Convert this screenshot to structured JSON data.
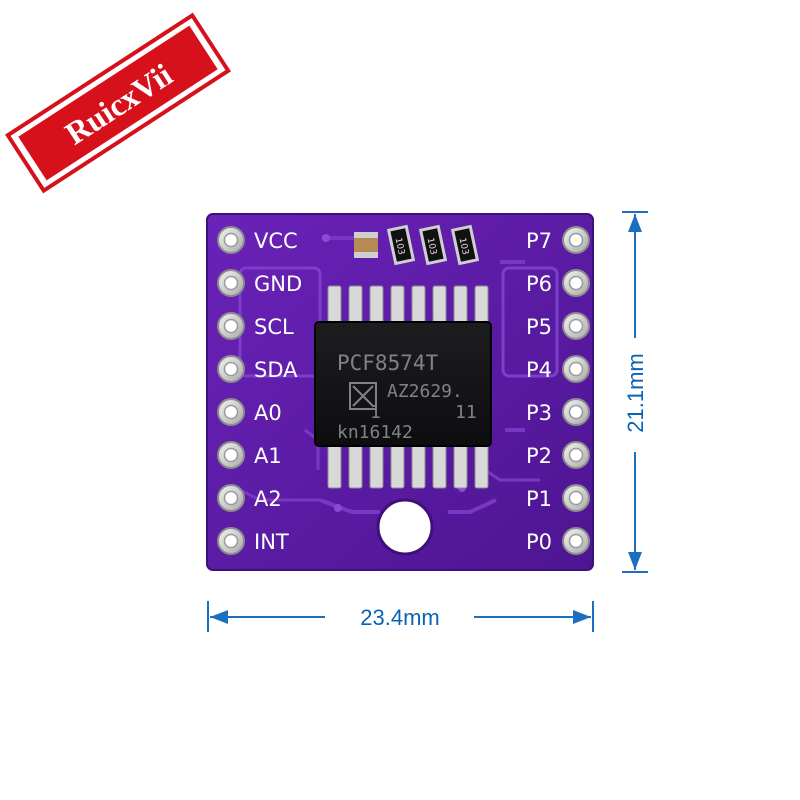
{
  "brand": {
    "text": "RuicxVii",
    "color": "#d6111c"
  },
  "board": {
    "pcb_color": "#5b1aa6",
    "left_pins": [
      "VCC",
      "GND",
      "SCL",
      "SDA",
      "A0",
      "A1",
      "A2",
      "INT"
    ],
    "right_pins": [
      "P7",
      "P6",
      "P5",
      "P4",
      "P3",
      "P2",
      "P1",
      "P0"
    ],
    "chip": {
      "lines": [
        "PCF8574T",
        "AZ2629.",
        "1",
        "11",
        "kn16142"
      ]
    },
    "resistors": [
      "103",
      "103",
      "103"
    ]
  },
  "dimensions": {
    "width": "23.4mm",
    "height": "21.1mm",
    "color": "#1a6fc0"
  }
}
